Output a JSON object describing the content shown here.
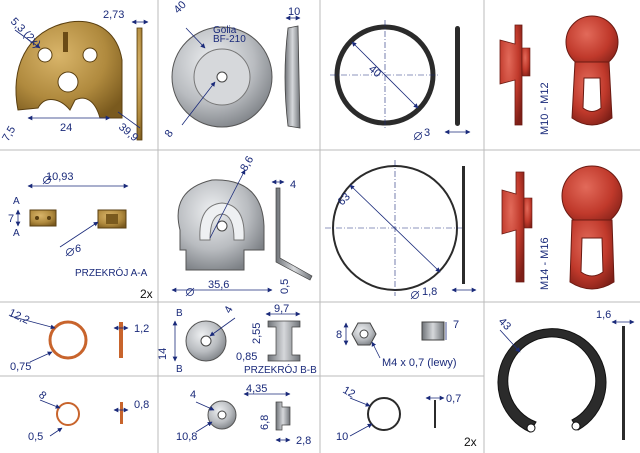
{
  "colors": {
    "brass": "#b08a3e",
    "brass_dark": "#7a5a1e",
    "steel": "#b9bcc0",
    "steel_dark": "#6f7378",
    "rubber": "#2b2b2b",
    "red_part": "#c0392b",
    "orange_ring": "#c8642c",
    "dimension": "#1a2a7a",
    "grid": "#bbbbbb"
  },
  "icons": [
    "dimension-arrow-icon",
    "diameter-symbol-icon"
  ],
  "cells": {
    "r1c1": {
      "dims": [
        "5,3 (2x)",
        "2,73",
        "7,5",
        "24",
        "39,9"
      ]
    },
    "r1c2": {
      "dims": [
        "40",
        "10",
        "8"
      ],
      "brand": "Golia",
      "code": "BF-210"
    },
    "r1c3": {
      "dims": [
        "40",
        "3"
      ]
    },
    "r1c4": {
      "dims": [
        "M10 - M12"
      ]
    },
    "r2c1": {
      "dims": [
        "10,93",
        "7",
        "6"
      ],
      "section_label": "PRZEKRÓJ A-A",
      "letters": [
        "A",
        "A"
      ],
      "qty": "2x"
    },
    "r2c2": {
      "dims": [
        "8,6",
        "4",
        "35,6",
        "0,5"
      ]
    },
    "r2c3": {
      "dims": [
        "63",
        "1,8"
      ]
    },
    "r2c4": {
      "dims": [
        "M14 - M16"
      ]
    },
    "r3c1": {
      "dims": [
        "12,2",
        "1,2",
        "0,75"
      ]
    },
    "r3c2": {
      "dims": [
        "4",
        "14",
        "9,7",
        "2,55",
        "0,85"
      ],
      "section_label": "PRZEKRÓJ B-B",
      "letters": [
        "B",
        "B"
      ]
    },
    "r3c3": {
      "dims": [
        "8",
        "7"
      ],
      "thread_label": "M4  x  0,7 (lewy)"
    },
    "r3c4": {
      "dims": [
        "43",
        "1,6"
      ]
    },
    "r4c1": {
      "dims": [
        "8",
        "0,8",
        "0,5"
      ]
    },
    "r4c2": {
      "dims": [
        "4",
        "4,35",
        "6,8",
        "10,8",
        "2,8"
      ]
    },
    "r4c3": {
      "dims": [
        "12",
        "0,7",
        "10"
      ],
      "qty": "2x"
    }
  }
}
